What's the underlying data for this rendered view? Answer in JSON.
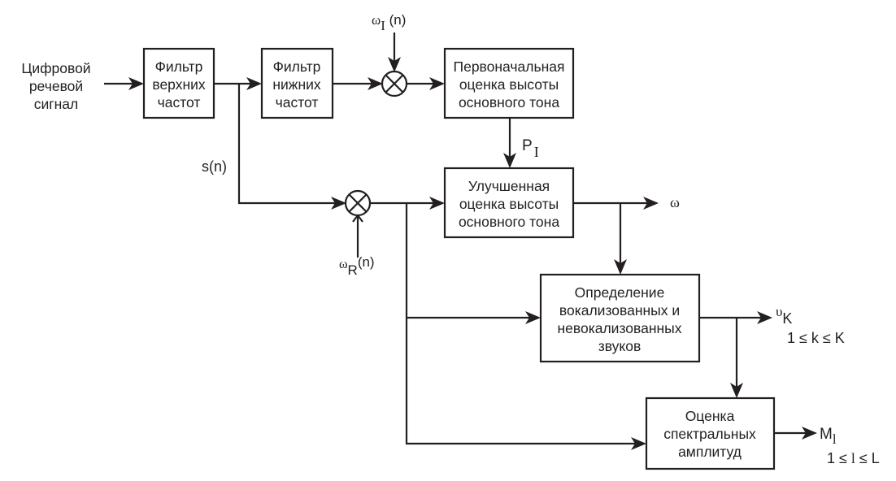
{
  "input": {
    "lines": [
      "Цифровой",
      "речевой",
      "сигнал"
    ]
  },
  "blocks": {
    "hpf": {
      "lines": [
        "Фильтр",
        "верхних",
        "частот"
      ]
    },
    "lpf": {
      "lines": [
        "Фильтр",
        "нижних",
        "частот"
      ]
    },
    "initial_pitch": {
      "lines": [
        "Первоначальная",
        "оценка высоты",
        "основного тона"
      ]
    },
    "refined_pitch": {
      "lines": [
        "Улучшенная",
        "оценка высоты",
        "основного тона"
      ]
    },
    "voicing": {
      "lines": [
        "Определение",
        "вокализованных и",
        "невокализованных",
        "звуков"
      ]
    },
    "spectral": {
      "lines": [
        "Оценка",
        "спектральных",
        "амплитуд"
      ]
    }
  },
  "signals": {
    "omega_i": {
      "symbol": "ω",
      "sub": "I",
      "arg": " (n)"
    },
    "s_n": "s(n)",
    "p_i": {
      "symbol": "P",
      "sub": "I"
    },
    "omega_r": {
      "symbol": "ω",
      "sub": "R",
      "arg": "(n)"
    },
    "omega_out": "ω",
    "v_k": {
      "symbol": "υ",
      "sub": "K",
      "range": "1 ≤ k ≤ K"
    },
    "m_l": {
      "symbol": "M",
      "sub": "l",
      "range_pre": "1 ≤ ",
      "range_var": "l",
      "range_post": " ≤ L"
    }
  },
  "icons": {
    "multiplier": "circled-times"
  }
}
